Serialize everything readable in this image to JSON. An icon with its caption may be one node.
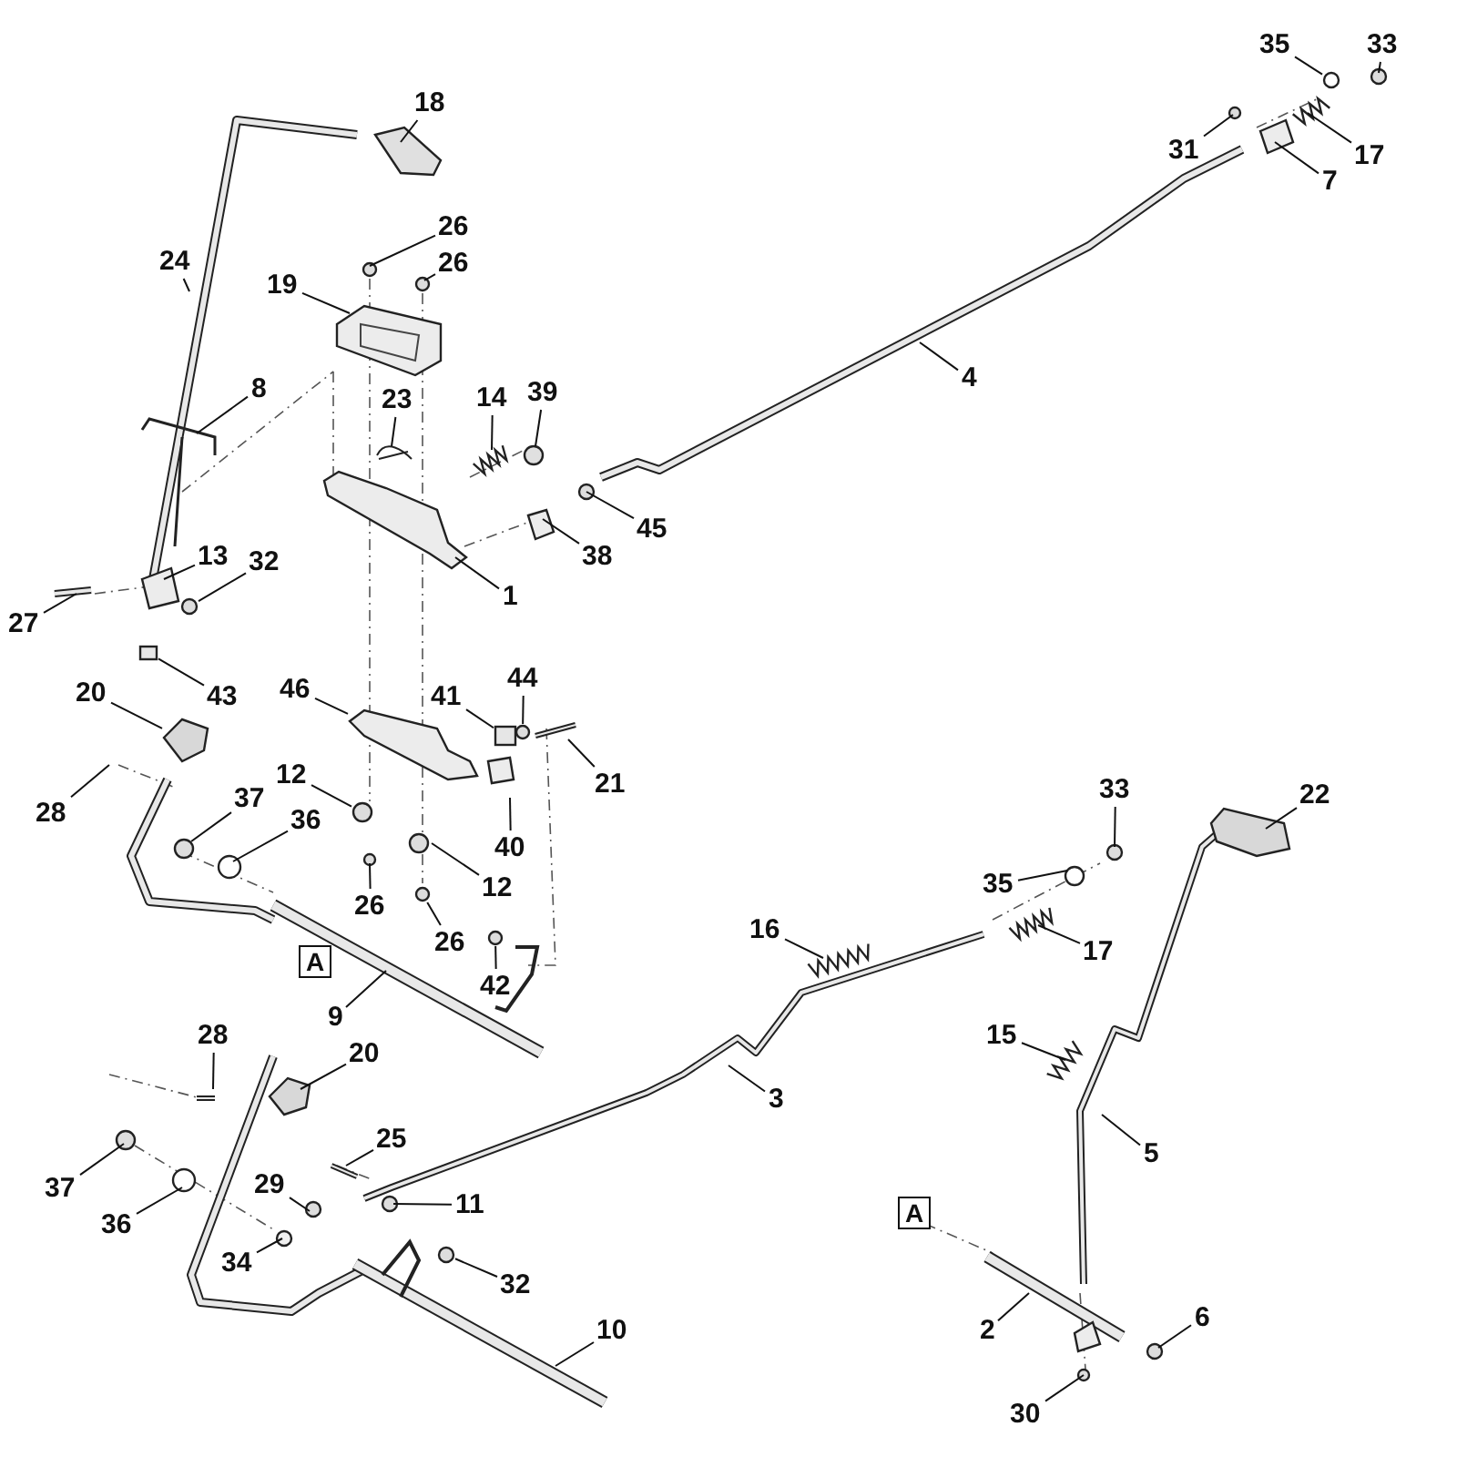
{
  "diagram": {
    "nodes": [
      {
        "text": [
          "35"
        ]
      },
      {
        "text": [
          "33"
        ]
      },
      {
        "text": [
          "18"
        ]
      },
      {
        "text": [
          "31"
        ]
      },
      {
        "text": [
          "17"
        ]
      },
      {
        "text": [
          "7"
        ]
      },
      {
        "text": [
          "26"
        ]
      },
      {
        "text": [
          "26"
        ]
      },
      {
        "text": [
          "24"
        ]
      },
      {
        "text": [
          "19"
        ]
      },
      {
        "text": [
          "4"
        ]
      },
      {
        "text": [
          "8"
        ]
      },
      {
        "text": [
          "39"
        ]
      },
      {
        "text": [
          "14"
        ]
      },
      {
        "text": [
          "23"
        ]
      },
      {
        "text": [
          "45"
        ]
      },
      {
        "text": [
          "13"
        ]
      },
      {
        "text": [
          "38"
        ]
      },
      {
        "text": [
          "32"
        ]
      },
      {
        "text": [
          "1"
        ]
      },
      {
        "text": [
          "27"
        ]
      },
      {
        "text": [
          "44"
        ]
      },
      {
        "text": [
          "46"
        ]
      },
      {
        "text": [
          "20"
        ]
      },
      {
        "text": [
          "41"
        ]
      },
      {
        "text": [
          "43"
        ]
      },
      {
        "text": [
          "12"
        ]
      },
      {
        "text": [
          "21"
        ]
      },
      {
        "text": [
          "33"
        ]
      },
      {
        "text": [
          "22"
        ]
      },
      {
        "text": [
          "37"
        ]
      },
      {
        "text": [
          "28"
        ]
      },
      {
        "text": [
          "36"
        ]
      },
      {
        "text": [
          "40"
        ]
      },
      {
        "text": [
          "35"
        ]
      },
      {
        "text": [
          "12"
        ]
      },
      {
        "text": [
          "26"
        ]
      },
      {
        "text": [
          "16"
        ]
      },
      {
        "text": [
          "26"
        ]
      },
      {
        "text": [
          "17"
        ]
      },
      {
        "text": [
          "A"
        ]
      },
      {
        "text": [
          "42"
        ]
      },
      {
        "text": [
          "9"
        ]
      },
      {
        "text": [
          "15"
        ]
      },
      {
        "text": [
          "28"
        ]
      },
      {
        "text": [
          "20"
        ]
      },
      {
        "text": [
          "3"
        ]
      },
      {
        "text": [
          "25"
        ]
      },
      {
        "text": [
          "5"
        ]
      },
      {
        "text": [
          "29"
        ]
      },
      {
        "text": [
          "37"
        ]
      },
      {
        "text": [
          "11"
        ]
      },
      {
        "text": [
          "A"
        ]
      },
      {
        "text": [
          "36"
        ]
      },
      {
        "text": [
          "34"
        ]
      },
      {
        "text": [
          "32"
        ]
      },
      {
        "text": [
          "6"
        ]
      },
      {
        "text": [
          "10"
        ]
      },
      {
        "text": [
          "2"
        ]
      },
      {
        "text": [
          "30"
        ]
      },
      {
        "text": [],
        "shape": "circle"
      },
      {
        "text": [],
        "shape": "circle"
      },
      {
        "text": [],
        "shape": "circle"
      },
      {
        "text": [],
        "shape": "picture"
      },
      {
        "text": [],
        "shape": "box"
      },
      {
        "text": [],
        "shape": "circle"
      },
      {
        "text": [],
        "shape": "circle"
      },
      {
        "text": [],
        "shape": "box"
      },
      {
        "text": [],
        "shape": "circle"
      },
      {
        "text": [],
        "shape": "picture"
      },
      {
        "text": [],
        "shape": "circle"
      }
    ],
    "edges": [
      {
        "from": 0,
        "to": 60,
        "arrow": "none"
      },
      {
        "from": 1,
        "to": null,
        "arrow": "none"
      },
      {
        "from": 2,
        "to": null,
        "arrow": "none"
      },
      {
        "from": 3,
        "to": null,
        "arrow": "none"
      },
      {
        "from": 4,
        "to": null,
        "arrow": "none"
      },
      {
        "from": 5,
        "to": null,
        "arrow": "none"
      },
      {
        "from": 6,
        "to": null,
        "arrow": "none"
      },
      {
        "from": 7,
        "to": null,
        "arrow": "none"
      },
      {
        "from": 8,
        "to": null,
        "arrow": "none"
      },
      {
        "from": 9,
        "to": null,
        "arrow": "none"
      },
      {
        "from": 10,
        "to": null,
        "arrow": "none"
      },
      {
        "from": 11,
        "to": null,
        "arrow": "none"
      },
      {
        "from": 12,
        "to": null,
        "arrow": "none"
      },
      {
        "from": 13,
        "to": null,
        "arrow": "none"
      },
      {
        "from": 14,
        "to": null,
        "arrow": "none"
      },
      {
        "from": 15,
        "to": null,
        "arrow": "none"
      },
      {
        "from": 16,
        "to": null,
        "arrow": "none"
      },
      {
        "from": 17,
        "to": null,
        "arrow": "none"
      },
      {
        "from": 18,
        "to": 61,
        "arrow": "none"
      },
      {
        "from": 19,
        "to": null,
        "arrow": "none"
      },
      {
        "from": 20,
        "to": null,
        "arrow": "none"
      },
      {
        "from": 21,
        "to": 62,
        "arrow": "none"
      },
      {
        "from": 22,
        "to": 69,
        "arrow": "none"
      },
      {
        "from": 23,
        "to": 63,
        "arrow": "none"
      },
      {
        "from": 24,
        "to": 67,
        "arrow": "none"
      },
      {
        "from": 25,
        "to": 64,
        "arrow": "none"
      },
      {
        "from": 26,
        "to": 65,
        "arrow": "none"
      },
      {
        "from": 27,
        "to": null,
        "arrow": "none"
      },
      {
        "from": 28,
        "to": null,
        "arrow": "none"
      },
      {
        "from": 29,
        "to": null,
        "arrow": "none"
      },
      {
        "from": 30,
        "to": null,
        "arrow": "none"
      },
      {
        "from": 31,
        "to": null,
        "arrow": "none"
      },
      {
        "from": 32,
        "to": null,
        "arrow": "none"
      },
      {
        "from": 33,
        "to": null,
        "arrow": "none"
      },
      {
        "from": 34,
        "to": null,
        "arrow": "none"
      },
      {
        "from": 35,
        "to": null,
        "arrow": "none"
      },
      {
        "from": 36,
        "to": null,
        "arrow": "none"
      },
      {
        "from": 37,
        "to": null,
        "arrow": "none"
      },
      {
        "from": 38,
        "to": 66,
        "arrow": "none"
      },
      {
        "from": 39,
        "to": null,
        "arrow": "none"
      },
      {
        "from": 41,
        "to": 70,
        "arrow": "none"
      },
      {
        "from": 42,
        "to": null,
        "arrow": "none"
      },
      {
        "from": 43,
        "to": null,
        "arrow": "none"
      },
      {
        "from": 44,
        "to": null,
        "arrow": "none"
      },
      {
        "from": 45,
        "to": null,
        "arrow": "none"
      },
      {
        "from": 46,
        "to": null,
        "arrow": "none"
      },
      {
        "from": 47,
        "to": null,
        "arrow": "none"
      },
      {
        "from": 48,
        "to": null,
        "arrow": "none"
      },
      {
        "from": 49,
        "to": null,
        "arrow": "none"
      },
      {
        "from": 50,
        "to": null,
        "arrow": "none"
      },
      {
        "from": 51,
        "to": null,
        "arrow": "none"
      },
      {
        "from": 53,
        "to": null,
        "arrow": "none"
      },
      {
        "from": 54,
        "to": null,
        "arrow": "none"
      },
      {
        "from": 55,
        "to": 68,
        "arrow": "none"
      },
      {
        "from": 56,
        "to": null,
        "arrow": "none"
      },
      {
        "from": 57,
        "to": null,
        "arrow": "none"
      },
      {
        "from": 58,
        "to": null,
        "arrow": "none"
      },
      {
        "from": 59,
        "to": null,
        "arrow": "none"
      }
    ]
  }
}
